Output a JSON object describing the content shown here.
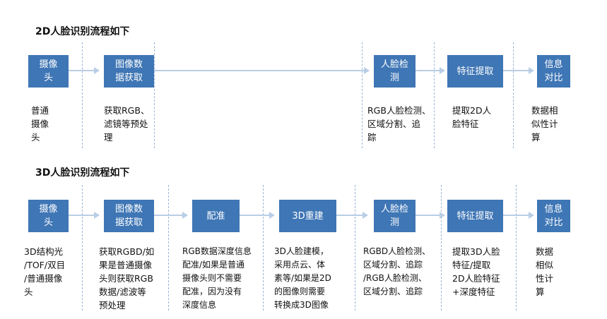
{
  "flow2d": {
    "title": "2D人脸识别流程如下",
    "steps": [
      {
        "label": "摄像\n头",
        "desc": "普通\n摄像\n头"
      },
      {
        "label": "图像数\n据获取",
        "desc": "获取RGB、\n滤镜等预处\n理"
      },
      {
        "label": "人脸检\n测",
        "desc": "RGB人脸检测、\n区域分割、追\n踪"
      },
      {
        "label": "特征提取",
        "desc": "提取2D人\n脸特征"
      },
      {
        "label": "信息\n对比",
        "desc": "数据相\n似性计\n算"
      }
    ]
  },
  "flow3d": {
    "title": "3D人脸识别流程如下",
    "steps": [
      {
        "label": "摄像\n头",
        "desc": "3D结构光\n/TOF/双目\n/普通摄像\n头"
      },
      {
        "label": "图像数\n据获取",
        "desc": "获取RGBD/如\n果是普通摄像\n头则获取RGB\n数据/滤波等\n预处理"
      },
      {
        "label": "配准",
        "desc": "RGB数据深度信息\n配准/如果是普通\n摄像头则不需要\n配准，因为没有\n深度信息"
      },
      {
        "label": "3D重建",
        "desc": "3D人脸建模，\n采用点云、体\n素等/如果是2D\n的图像则需要\n转换成3D图像"
      },
      {
        "label": "人脸检\n测",
        "desc": "RGBD人脸检测、\n区域分割、追踪\n/RGB人脸检测、\n区域分割、追踪"
      },
      {
        "label": "特征提取",
        "desc": "提取3D人脸\n特征/提取\n2D人脸特征\n+深度特征"
      },
      {
        "label": "信息\n对比",
        "desc": "数据\n相似\n性计\n算"
      }
    ]
  }
}
